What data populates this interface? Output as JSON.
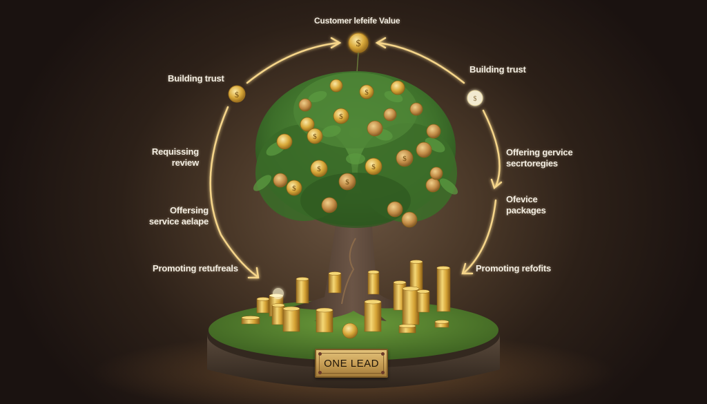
{
  "diagram": {
    "center_top_label": "Customer lefeife Value",
    "plaque_label": "ONE LEAD",
    "left_labels": [
      {
        "id": "building-trust-left",
        "text": "Building trust"
      },
      {
        "id": "requesting-review",
        "line1": "Requissing",
        "line2": "review"
      },
      {
        "id": "offering-service-left",
        "line1": "Offersing",
        "line2": "service aelape"
      },
      {
        "id": "promoting-referrals",
        "text": "Promoting retufreals"
      }
    ],
    "right_labels": [
      {
        "id": "building-trust-right",
        "text": "Building trust"
      },
      {
        "id": "offering-service-strategies",
        "line1": "Offering gervice",
        "line2": "secrtoregies"
      },
      {
        "id": "service-packages",
        "line1": "Ofevice",
        "line2": "packages"
      },
      {
        "id": "promoting-profits",
        "text": "Promoting refofits"
      }
    ],
    "icons": [
      "dollar-coin-icon",
      "money-tree-icon",
      "coin-stack-icon",
      "cycle-arrow-icon"
    ],
    "colors": {
      "background": "#2c2018",
      "glow_line": "#f5d58a",
      "leaf_green": "#3f7a2e",
      "coin_gold": "#d9a93a",
      "grass": "#4f7a2a",
      "bark": "#4a3a2c",
      "plaque": "#c9a057",
      "label_text": "#f3ede2"
    }
  }
}
